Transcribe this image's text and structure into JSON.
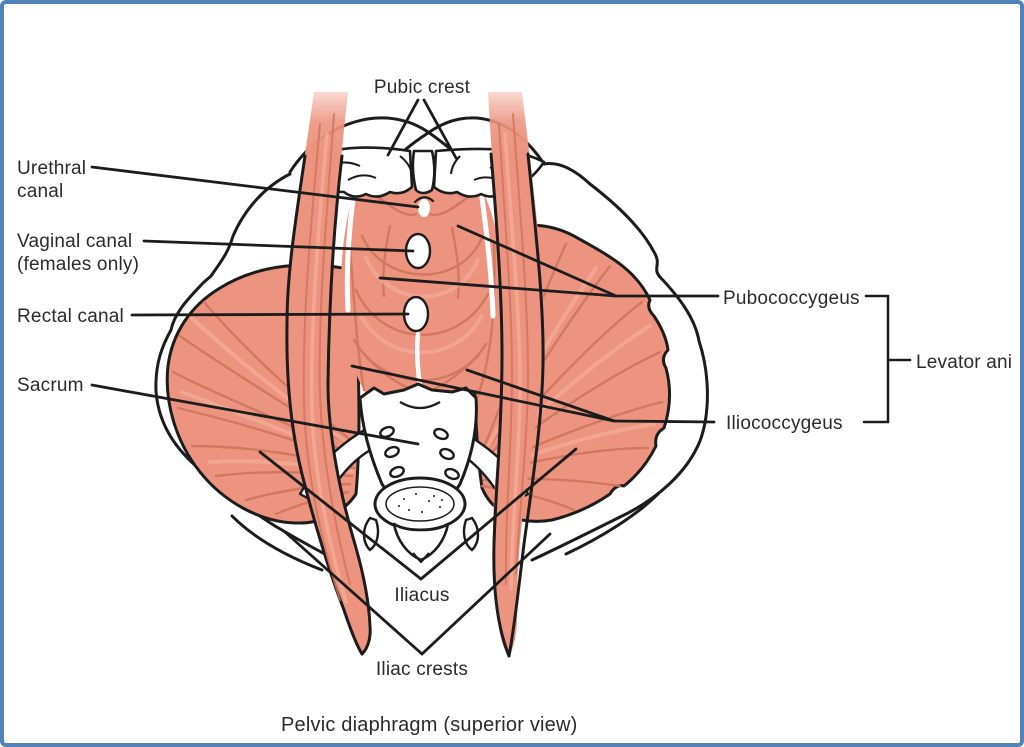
{
  "figure": {
    "caption": "Pelvic diaphragm (superior view)",
    "labels": {
      "pubic_crest": "Pubic crest",
      "urethral_canal": "Urethral\ncanal",
      "vaginal_canal": "Vaginal canal\n(females only)",
      "rectal_canal": "Rectal canal",
      "sacrum": "Sacrum",
      "iliacus": "Iliacus",
      "iliac_crests": "Iliac crests",
      "pubococcygeus": "Pubococcygeus",
      "iliococcygeus": "Iliococcygeus",
      "levator_ani": "Levator ani"
    },
    "colors": {
      "muscle": "#ec9480",
      "muscle_shadow": "#d1755d",
      "muscle_deep_shadow": "#c96a52",
      "muscle_highlight": "#f4ac99",
      "bone": "#ffffff",
      "outline": "#1c1c1c",
      "label_text": "#2b2b2b",
      "frame_border": "#5282ba",
      "background": "#ffffff"
    }
  }
}
